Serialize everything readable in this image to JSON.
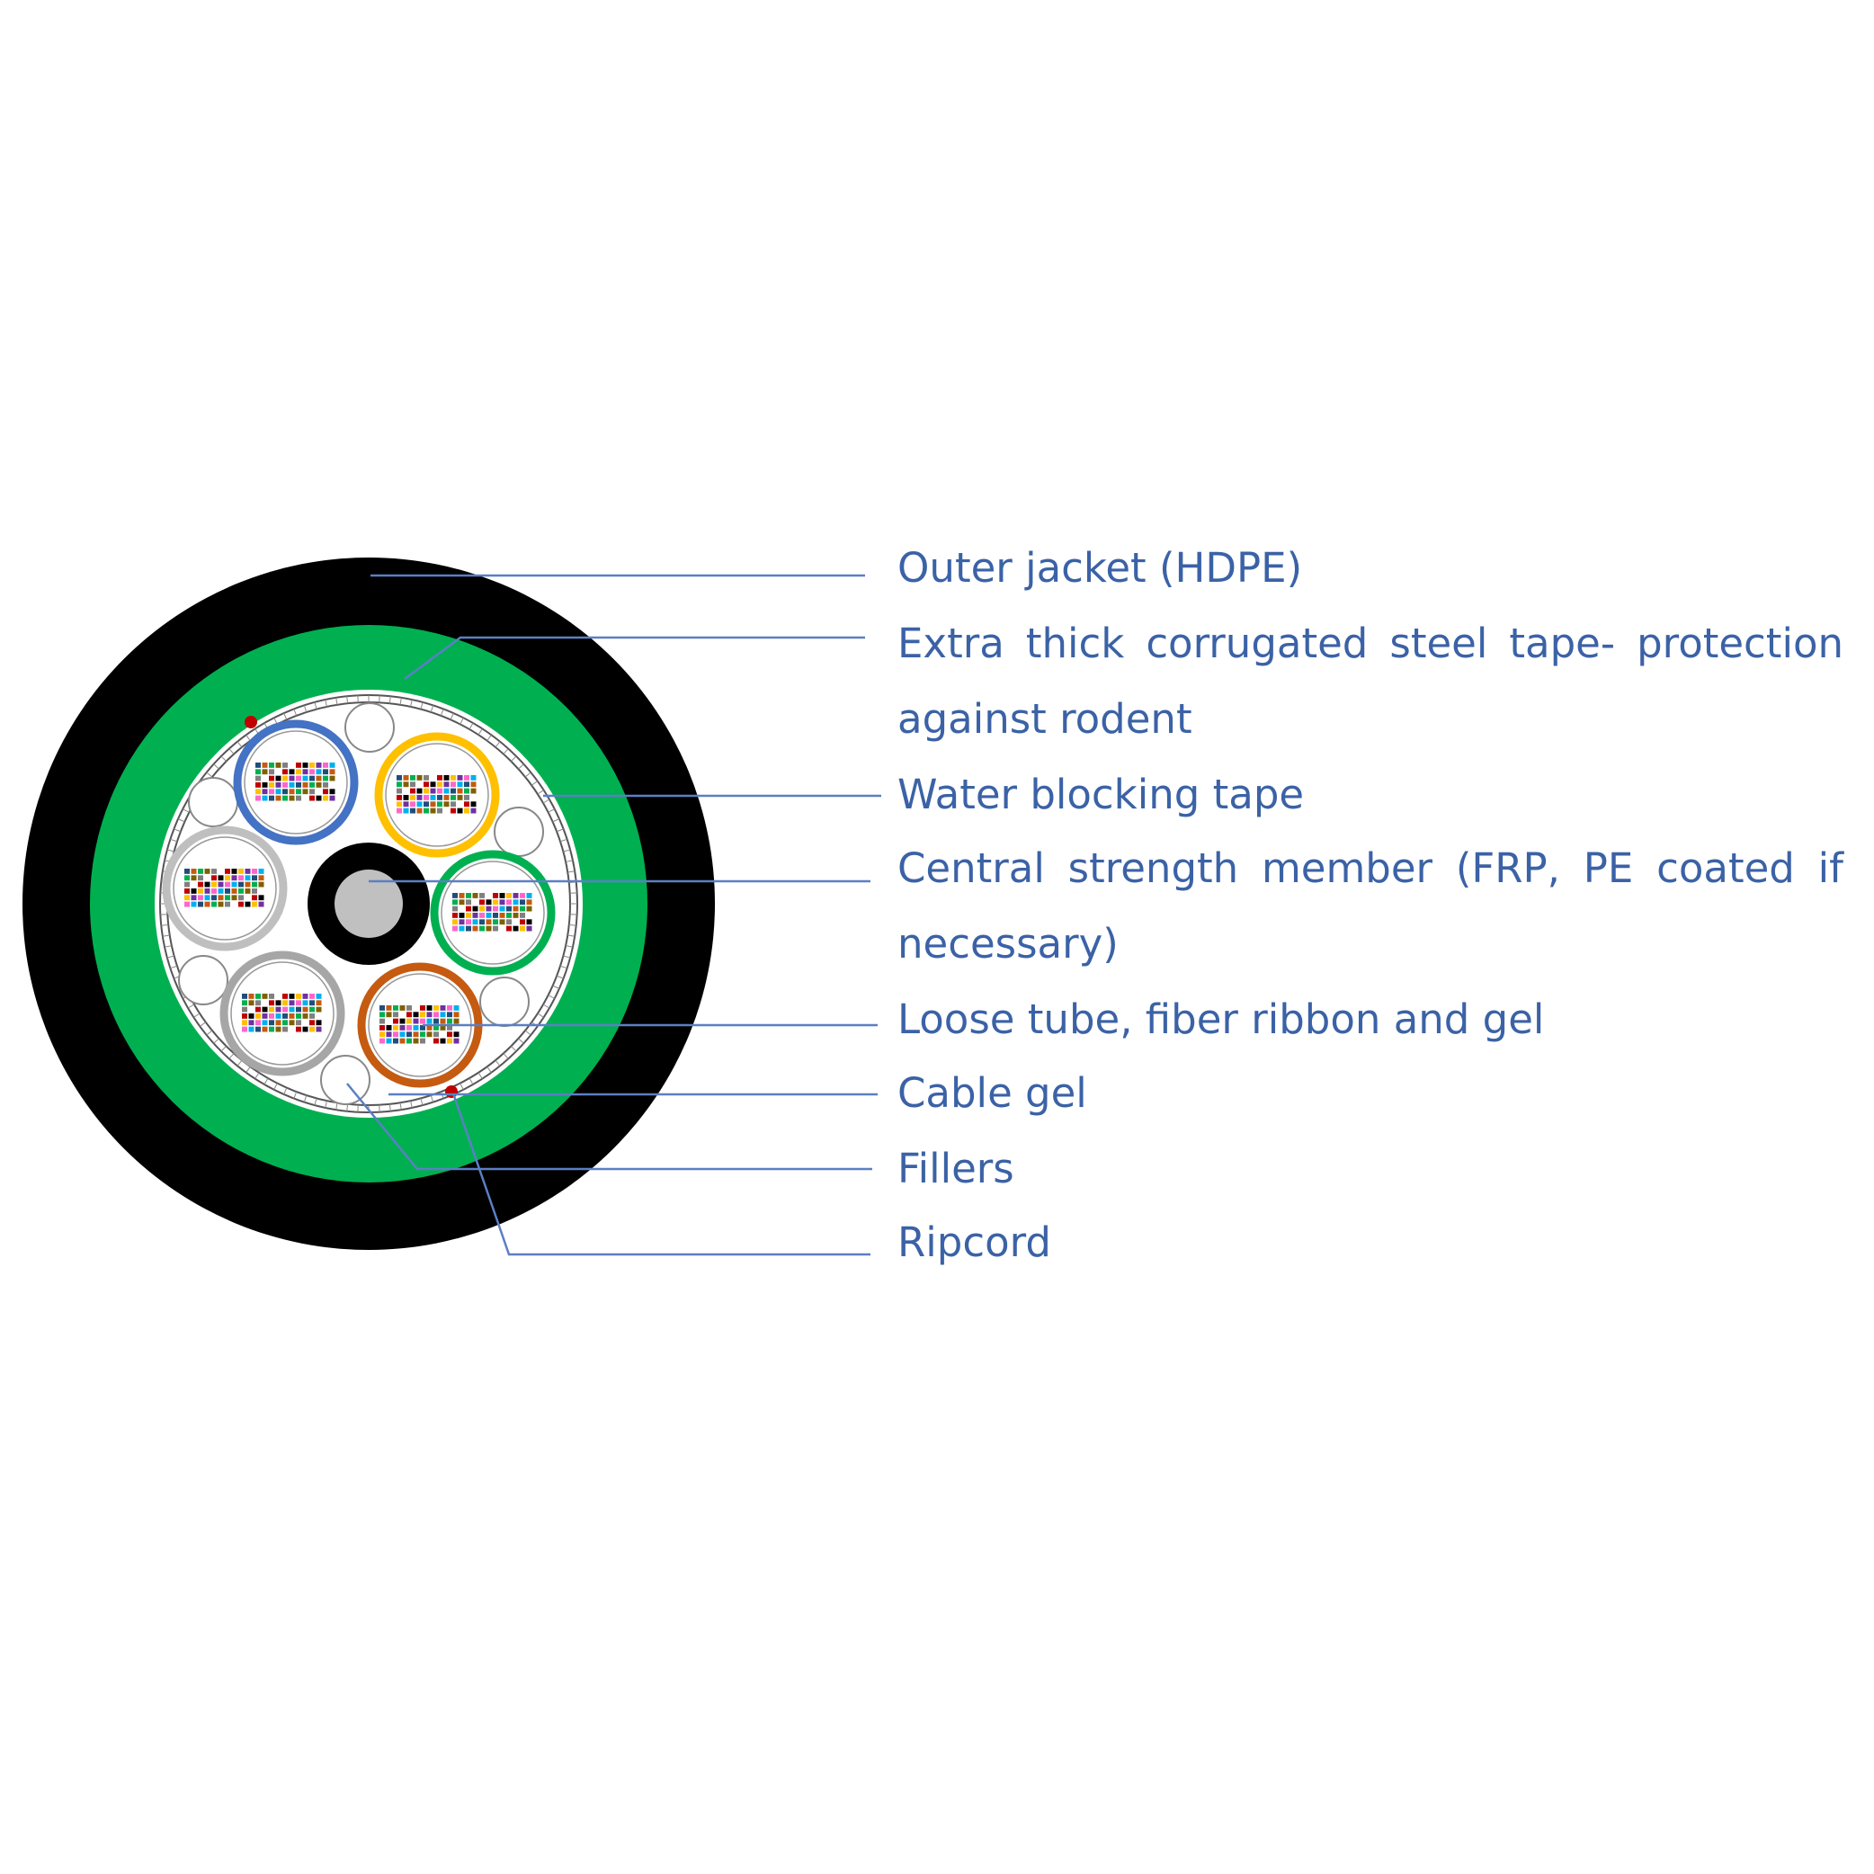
{
  "labels": {
    "outer_jacket": "Outer jacket (HDPE)",
    "steel_tape": "Extra thick corrugated steel tape- protection against rodent",
    "water_blocking": "Water blocking tape",
    "central_member": "Central strength member (FRP, PE coated if necessary)",
    "loose_tube": "Loose tube, fiber ribbon and gel",
    "cable_gel": "Cable gel",
    "fillers": "Fillers",
    "ripcord": "Ripcord"
  },
  "colors": {
    "label_text": "#3b62a6",
    "leader_line": "#5b7fc4",
    "outer_jacket": "#000000",
    "steel_tape": "#00b050",
    "core_background": "#ffffff",
    "central_member": "#c0c0c0",
    "ripcord": "#c00000",
    "tube_colors": [
      "blue",
      "orange",
      "green",
      "brown",
      "slate",
      "white"
    ]
  }
}
